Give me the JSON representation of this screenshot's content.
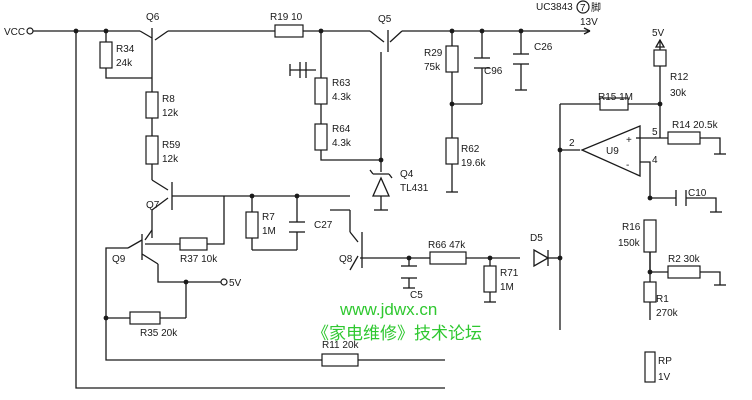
{
  "labels": {
    "vcc": "VCC",
    "uc3843": "UC3843",
    "pin7": "7",
    "pin_suffix": "脚",
    "v13": "13V",
    "v5_top": "5V",
    "v5_q9": "5V",
    "q6": "Q6",
    "q5": "Q5",
    "q4": "Q4",
    "q7": "Q7",
    "q8": "Q8",
    "q9": "Q9",
    "tl431": "TL431",
    "d5": "D5",
    "u9": "U9",
    "plus": "+",
    "minus": "-",
    "pin2": "2",
    "pin4": "4",
    "pin5": "5",
    "r19": "R19  10",
    "r34": "R34",
    "r34v": "24k",
    "r8": "R8",
    "r8v": "12k",
    "r59": "R59",
    "r59v": "12k",
    "r63": "R63",
    "r63v": "4.3k",
    "r64": "R64",
    "r64v": "4.3k",
    "r29": "R29",
    "r29v": "75k",
    "c96": "C96",
    "c26": "C26",
    "r62": "R62",
    "r62v": "19.6k",
    "r12": "R12",
    "r12v": "30k",
    "r15": "R15  1M",
    "r14": "R14  20.5k",
    "r7": "R7",
    "r7v": "1M",
    "c27": "C27",
    "r37": "R37  10k",
    "r66": "R66  47k",
    "r71": "R71",
    "r71v": "1M",
    "c5": "C5",
    "r35": "R35  20k",
    "r11": "R11  20k",
    "c10": "C10",
    "r16": "R16",
    "r16v": "150k",
    "r2": "R2  30k",
    "r1": "R1",
    "r1v": "270k",
    "rp": "RP",
    "rpv": "1V"
  },
  "watermark": {
    "url": "www.jdwx.cn",
    "forum": "《家电维修》技术论坛"
  },
  "colors": {
    "ink": "#1a1a1a",
    "watermark": "#2fc830"
  }
}
